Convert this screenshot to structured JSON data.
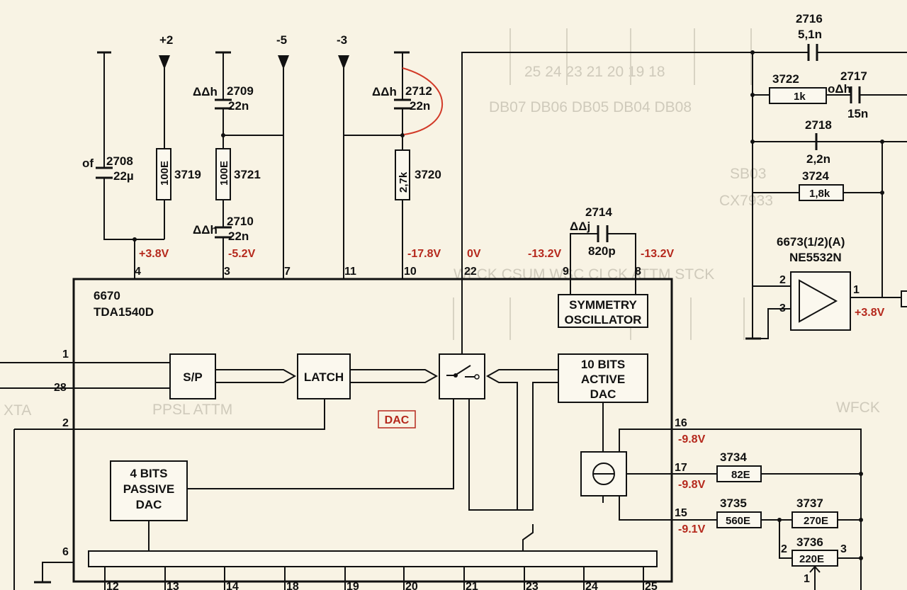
{
  "ic_main": {
    "ref": "6670",
    "part": "TDA1540D"
  },
  "ic_opamp": {
    "ref": "6673(1/2)(A)",
    "part": "NE5532N"
  },
  "blocks": {
    "sp": "S/P",
    "latch": "LATCH",
    "oscillator_1": "SYMMETRY",
    "oscillator_2": "OSCILLATOR",
    "active_dac_1": "10 BITS",
    "active_dac_2": "ACTIVE",
    "active_dac_3": "DAC",
    "passive_dac_1": "4 BITS",
    "passive_dac_2": "PASSIVE",
    "passive_dac_3": "DAC",
    "dac_tag": "DAC"
  },
  "rails": {
    "plus2": "+2",
    "minus5": "-5",
    "minus3": "-3"
  },
  "capacitors": {
    "c2708": {
      "ref": "2708",
      "val": "22µ",
      "note": "of"
    },
    "c2709": {
      "ref": "2709",
      "val": "22n",
      "note": "ΔΔh"
    },
    "c2710": {
      "ref": "2710",
      "val": "22n",
      "note": "ΔΔh"
    },
    "c2712": {
      "ref": "2712",
      "val": "22n",
      "note": "ΔΔh"
    },
    "c2714": {
      "ref": "2714",
      "val": "820p",
      "note": "ΔΔj"
    },
    "c2716": {
      "ref": "2716",
      "val": "5,1n"
    },
    "c2717": {
      "ref": "2717",
      "val": "15n",
      "note": "oΔh"
    },
    "c2718": {
      "ref": "2718",
      "val": "2,2n"
    }
  },
  "resistors": {
    "r3719": {
      "ref": "3719",
      "val": "100E"
    },
    "r3721": {
      "ref": "3721",
      "val": "100E"
    },
    "r3720": {
      "ref": "3720",
      "val": "2,7k"
    },
    "r3722": {
      "ref": "3722",
      "val": "1k"
    },
    "r3724": {
      "ref": "3724",
      "val": "1,8k"
    },
    "r3734": {
      "ref": "3734",
      "val": "82E"
    },
    "r3735": {
      "ref": "3735",
      "val": "560E"
    },
    "r3737": {
      "ref": "3737",
      "val": "270E"
    },
    "r3736": {
      "ref": "3736",
      "val": "220E"
    }
  },
  "voltages": {
    "pin4": "+3.8V",
    "pin3": "-5.2V",
    "pin10": "-17.8V",
    "pin22": "0V",
    "pin9": "-13.2V",
    "pin8": "-13.2V",
    "pin16": "-9.8V",
    "pin17": "-9.8V",
    "pin15": "-9.1V",
    "opamp_out": "+3.8V"
  },
  "pins": {
    "p1": "1",
    "p28": "28",
    "p2": "2",
    "p6": "6",
    "p4": "4",
    "p3": "3",
    "p7": "7",
    "p11": "11",
    "p10": "10",
    "p22": "22",
    "p9": "9",
    "p8": "8",
    "p16": "16",
    "p17": "17",
    "p15": "15",
    "p12": "12",
    "p13": "13",
    "p14": "14",
    "p18": "18",
    "p19": "19",
    "p20": "20",
    "p21": "21",
    "p23": "23",
    "p24": "24",
    "p25": "25",
    "op2": "2",
    "op3": "3",
    "op1": "1",
    "pot2": "2",
    "pot3": "3",
    "pot1": "1"
  },
  "bleed_text": {
    "bus": "DB07 DB06 DB05 DB04 DB08",
    "nums": "25 24 23 21 20 19 18",
    "chip_a": "SB03",
    "chip_b": "CX7933",
    "sig_a": "WFCK  CSUM  WSC  CLCK  ATTM  STCK",
    "sig_b": "WFCK",
    "sig_c": "PPSL ATTM",
    "sig_d": "XTA"
  },
  "colors": {
    "ink": "#111111",
    "annotation_red": "#b5281c",
    "paper": "#f8f3e4"
  }
}
